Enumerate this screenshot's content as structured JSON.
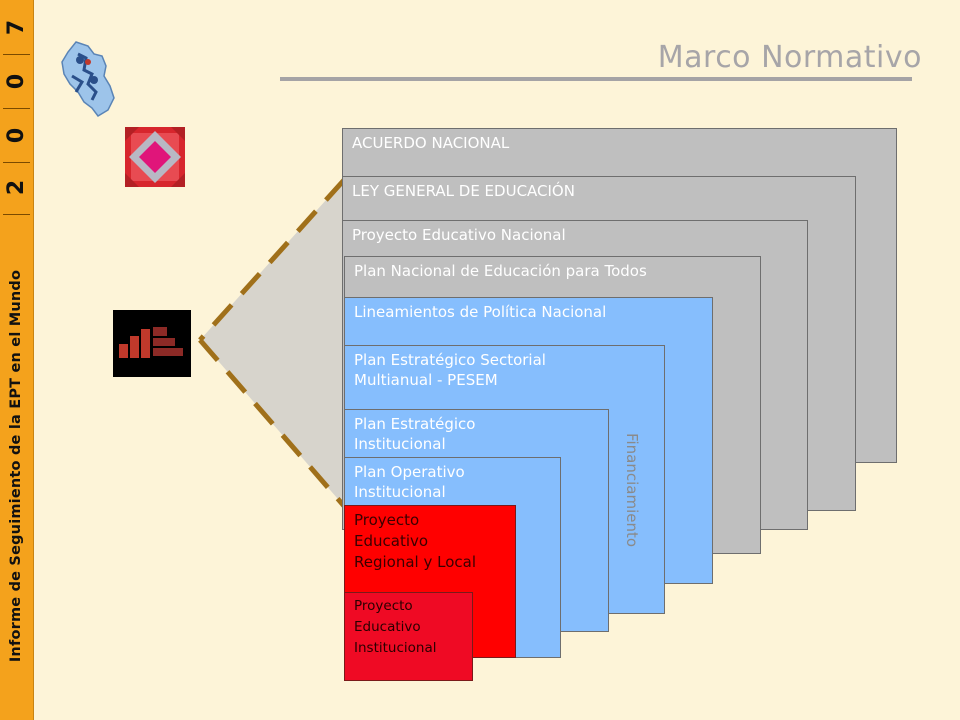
{
  "band": {
    "year_digits": [
      "7",
      "0",
      "0",
      "2"
    ],
    "text": "Informe de Seguimiento de la EPT en el Mundo"
  },
  "header": {
    "title": "Marco Normativo"
  },
  "boxes": {
    "acuerdo": "ACUERDO NACIONAL",
    "ley": "LEY GENERAL DE EDUCACIÓN",
    "pen": "Proyecto Educativo Nacional",
    "plan_todos": "Plan Nacional de Educación para Todos",
    "lineamientos": "Lineamientos de Política Nacional",
    "pesem": "Plan Estratégico Sectorial\nMultianual - PESEM",
    "pei": "Plan Estratégico\nInstitucional",
    "poi": "Plan Operativo\nInstitucional",
    "per": "Proyecto\nEducativo\nRegional y Local",
    "pe_inst": "Proyecto\nEducativo\nInstitucional"
  },
  "side_label": "Financiamiento",
  "colors": {
    "background": "#FDF4D8",
    "band": "#F4A21C",
    "gray_box": "#BFBFBF",
    "blue_box": "#86BEFD",
    "red_box": "#FF0000",
    "funnel_line": "#A0701A"
  },
  "icons": [
    "peru-map-logo-icon",
    "red-diamond-logo-icon",
    "bar-chart-logo-icon"
  ]
}
